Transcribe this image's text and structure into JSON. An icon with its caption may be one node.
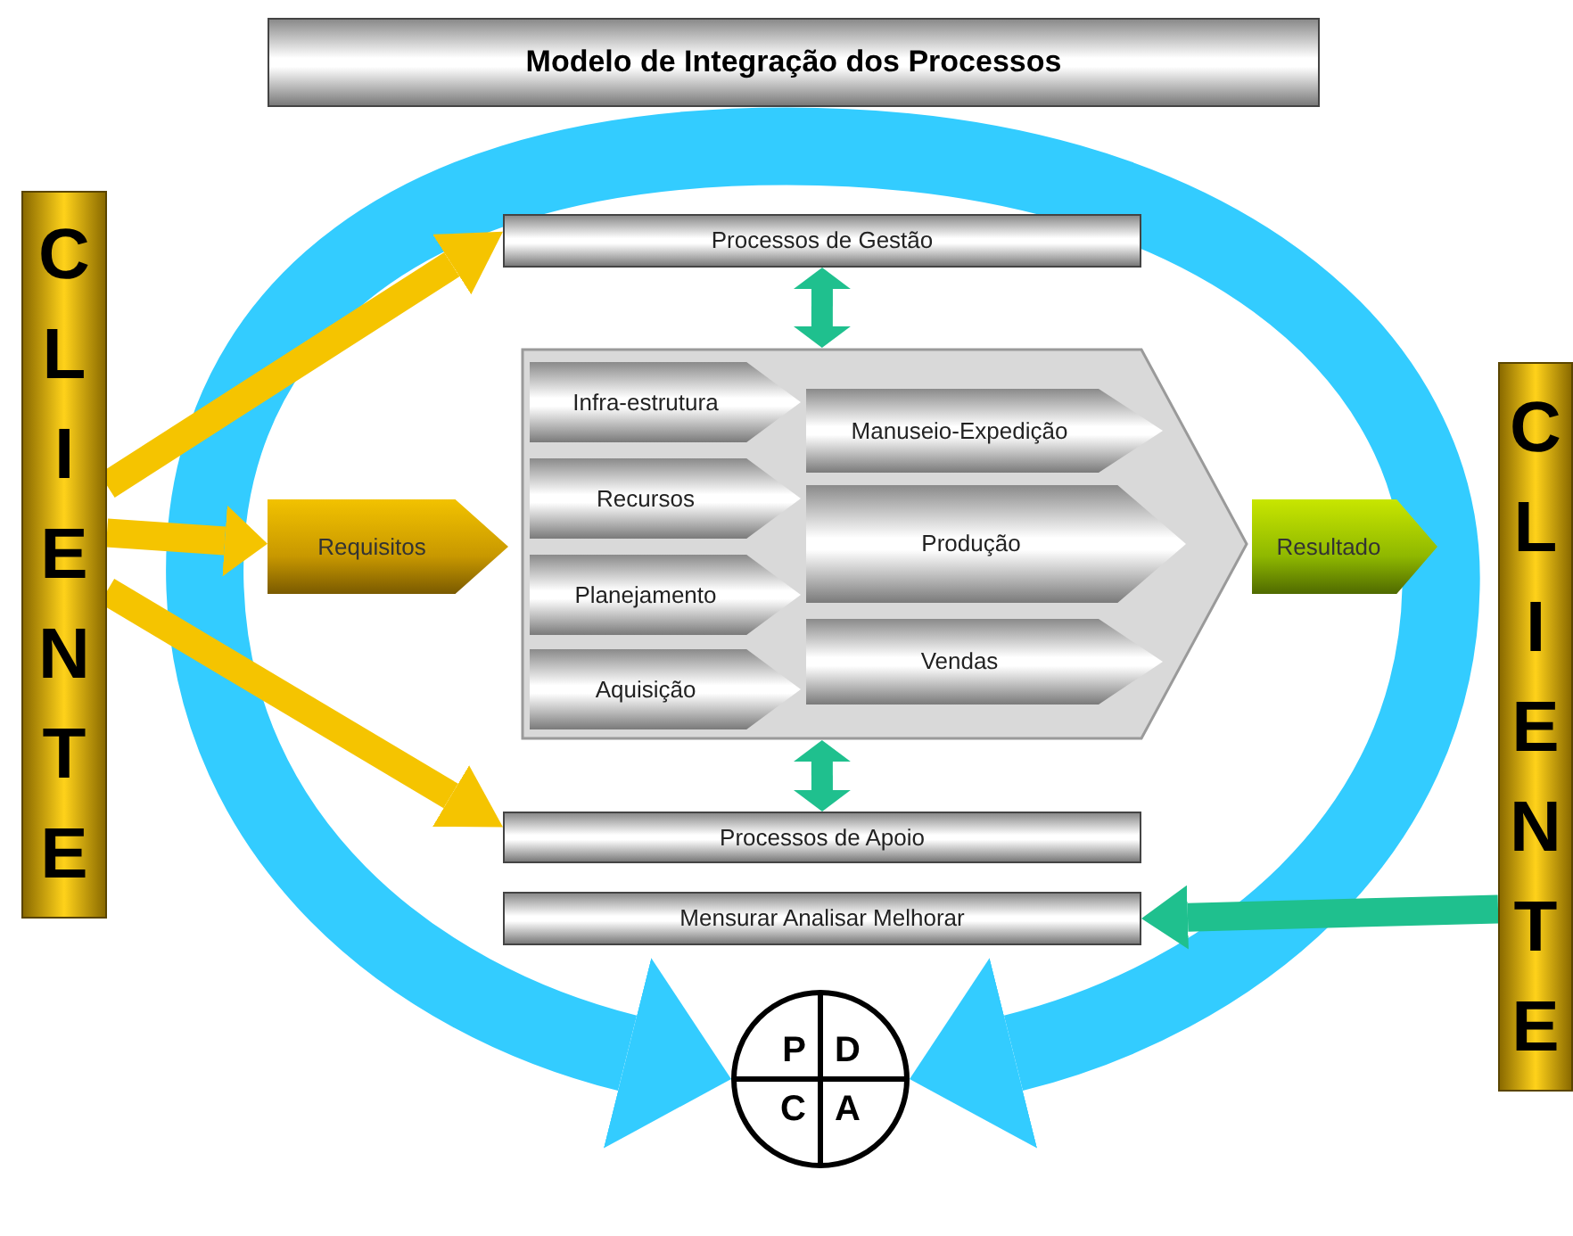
{
  "diagram": {
    "title": "Modelo de Integração dos Processos",
    "nodes": [
      {
        "text": [
          "CLIENTE"
        ]
      },
      {
        "text": [
          "Processos de Gestão"
        ]
      },
      {
        "text": [],
        "shape": "chevron"
      },
      {
        "text": [
          "Infra-estrutura"
        ],
        "in": 2
      },
      {
        "text": [
          "Manuseio-Expedição"
        ],
        "in": 2
      },
      {
        "text": [
          "Recursos"
        ],
        "in": 2
      },
      {
        "text": [
          "Produção"
        ],
        "in": 2
      },
      {
        "text": [
          "Planejamento"
        ],
        "in": 2
      },
      {
        "text": [
          "Vendas"
        ],
        "in": 2
      },
      {
        "text": [
          "Aquisição"
        ],
        "in": 2
      },
      {
        "text": [
          "Requisitos"
        ]
      },
      {
        "text": [
          "Resultado"
        ]
      },
      {
        "text": [
          "Processos de Apoio"
        ]
      },
      {
        "text": [
          "Mensurar Analisar Melhorar"
        ]
      },
      {
        "text": [
          "CLIENTE"
        ]
      },
      {
        "text": [
          "P",
          "D",
          "C",
          "A"
        ]
      }
    ],
    "edges": [
      {
        "from": 0,
        "to": 1,
        "arrow": "to",
        "color": "#f5c400"
      },
      {
        "from": 0,
        "to": 10,
        "arrow": "to",
        "color": "#f5c400"
      },
      {
        "from": 0,
        "to": 12,
        "arrow": "to",
        "color": "#f5c400"
      },
      {
        "from": 1,
        "to": 2,
        "arrow": "both",
        "color": "#1fc08e"
      },
      {
        "from": 2,
        "to": 12,
        "arrow": "both",
        "color": "#1fc08e"
      },
      {
        "from": 14,
        "to": 13,
        "arrow": "to",
        "color": "#1fc08e"
      },
      {
        "from": null,
        "to": 15,
        "arrow": "to",
        "style": "thick",
        "color": "#33ccff"
      },
      {
        "from": null,
        "to": 15,
        "arrow": "to",
        "style": "thick",
        "color": "#33ccff"
      }
    ]
  }
}
